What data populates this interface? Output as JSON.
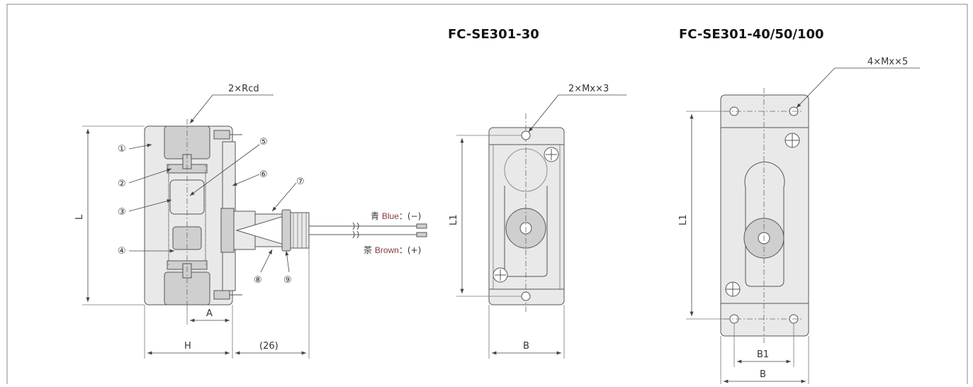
{
  "views": {
    "side": {
      "label_2rcd": "2×Rcd",
      "dim_L": "L",
      "dim_A": "A",
      "dim_H": "H",
      "dim_26": "(26)",
      "callouts": [
        "①",
        "②",
        "③",
        "④",
        "⑤",
        "⑥",
        "⑦",
        "⑧",
        "⑨"
      ],
      "wire_blue_jp": "青",
      "wire_blue_en": "Blue",
      "wire_blue_sign": "：(−)",
      "wire_brown_jp": "茶",
      "wire_brown_en": "Brown",
      "wire_brown_sign": "：(+)"
    },
    "fc30": {
      "title": "FC-SE301-30",
      "label_mount": "2×Mx×3",
      "dim_L1": "L1",
      "dim_B": "B"
    },
    "fc40": {
      "title": "FC-SE301-40/50/100",
      "label_mount": "4×Mx×5",
      "dim_L1": "L1",
      "dim_B1": "B1",
      "dim_B": "B"
    }
  }
}
